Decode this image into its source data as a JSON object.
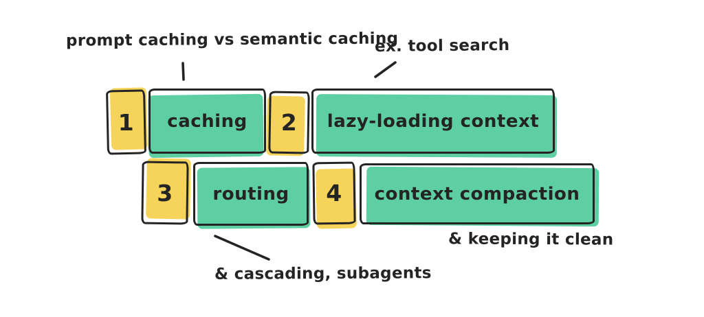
{
  "colors": {
    "green": "#5ECFA2",
    "yellow": "#F6D45C",
    "ink": "#242424",
    "background": "#FFFFFF"
  },
  "annotations": {
    "caching_note": "prompt caching vs semantic caching",
    "lazy_loading_note": "ex. tool search",
    "compaction_note": "& keeping it clean",
    "routing_note": "& cascading, subagents"
  },
  "rows": [
    {
      "items": [
        {
          "kind": "step-number",
          "label": "1",
          "color": "yellow"
        },
        {
          "kind": "topic",
          "label": "caching",
          "color": "green"
        },
        {
          "kind": "step-number",
          "label": "2",
          "color": "yellow"
        },
        {
          "kind": "topic",
          "label": "lazy-loading context",
          "color": "green"
        }
      ]
    },
    {
      "items": [
        {
          "kind": "step-number",
          "label": "3",
          "color": "yellow"
        },
        {
          "kind": "topic",
          "label": "routing",
          "color": "green"
        },
        {
          "kind": "step-number",
          "label": "4",
          "color": "yellow"
        },
        {
          "kind": "topic",
          "label": "context compaction",
          "color": "green"
        }
      ]
    }
  ]
}
